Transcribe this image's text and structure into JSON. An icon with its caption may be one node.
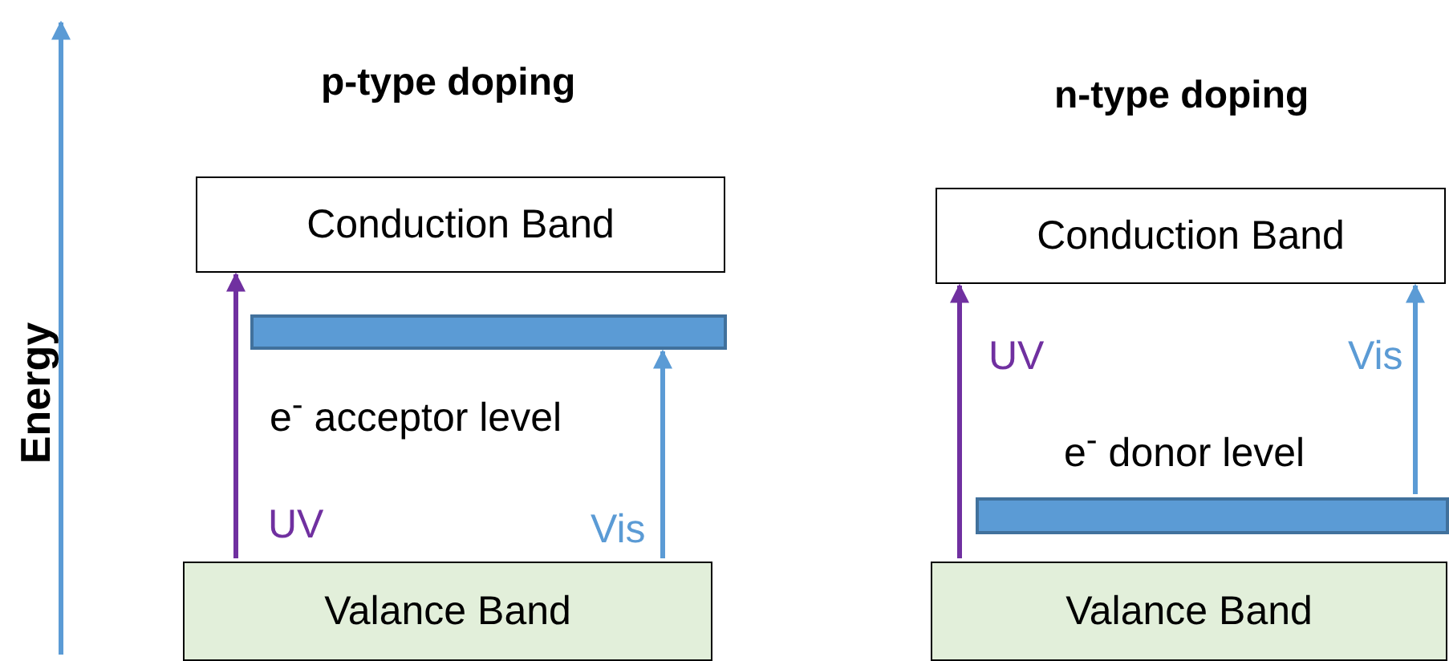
{
  "diagram": {
    "nodes": [
      {
        "text": [
          "Conduction Band"
        ]
      },
      {
        "text": [],
        "shape": "bar",
        "beside": [
          "e$^{-}$ acceptor level"
        ]
      },
      {
        "text": [
          "Valance Band"
        ]
      },
      {
        "text": [
          "Conduction Band"
        ]
      },
      {
        "text": [],
        "shape": "bar",
        "beside": [
          "e$^{-}$ donor level"
        ]
      },
      {
        "text": [
          "Valance Band"
        ]
      }
    ],
    "edges": [
      {
        "from": 2,
        "to": 0,
        "arrow": "to",
        "label": "UV",
        "color": "#7030a0"
      },
      {
        "from": 2,
        "to": 1,
        "arrow": "to",
        "label": "Vis",
        "color": "#5b9bd5"
      },
      {
        "from": 5,
        "to": 3,
        "arrow": "to",
        "label": "UV",
        "color": "#7030a0"
      },
      {
        "from": 4,
        "to": 3,
        "arrow": "to",
        "label": "Vis",
        "color": "#5b9bd5"
      }
    ],
    "labels": [
      "Energy",
      "p-type doping",
      "n-type doping"
    ]
  }
}
